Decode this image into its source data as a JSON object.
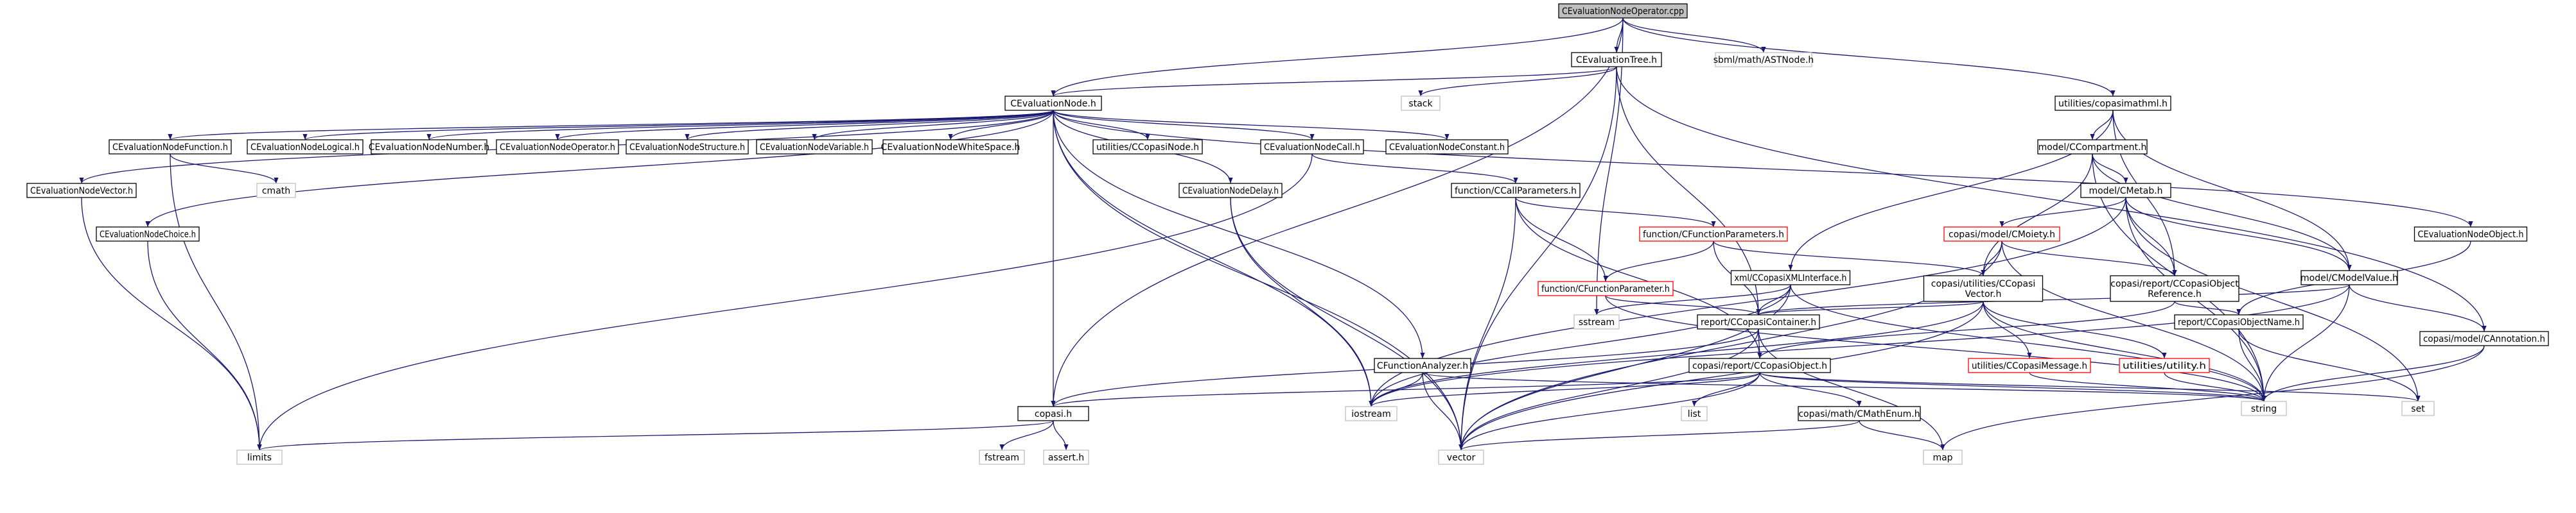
{
  "diagram": {
    "colors": {
      "edge": "#191970",
      "root_fill": "#bfbfbf",
      "box_border": "#000000",
      "red_border": "#ff0000",
      "leaf_border": "#bfbfbf",
      "text": "#000000"
    },
    "nodes": [
      {
        "id": "root",
        "label": "CEvaluationNodeOperator.cpp",
        "style": "root"
      },
      {
        "id": "tree",
        "label": "CEvaluationTree.h",
        "style": "box"
      },
      {
        "id": "astnode",
        "label": "sbml/math/ASTNode.h",
        "style": "leaf"
      },
      {
        "id": "mathml",
        "label": "utilities/copasimathml.h",
        "style": "box"
      },
      {
        "id": "evalnode",
        "label": "CEvaluationNode.h",
        "style": "box"
      },
      {
        "id": "stack",
        "label": "stack",
        "style": "leaf"
      },
      {
        "id": "nfunction",
        "label": "CEvaluationNodeFunction.h",
        "style": "box"
      },
      {
        "id": "nlogical",
        "label": "CEvaluationNodeLogical.h",
        "style": "box"
      },
      {
        "id": "nnumber",
        "label": "CEvaluationNodeNumber.h",
        "style": "box"
      },
      {
        "id": "noperator",
        "label": "CEvaluationNodeOperator.h",
        "style": "box"
      },
      {
        "id": "nstructure",
        "label": "CEvaluationNodeStructure.h",
        "style": "box"
      },
      {
        "id": "nvariable",
        "label": "CEvaluationNodeVariable.h",
        "style": "box"
      },
      {
        "id": "nwhitespace",
        "label": "CEvaluationNodeWhiteSpace.h",
        "style": "box"
      },
      {
        "id": "copasinode",
        "label": "utilities/CCopasiNode.h",
        "style": "box"
      },
      {
        "id": "ncall",
        "label": "CEvaluationNodeCall.h",
        "style": "box"
      },
      {
        "id": "nconstant",
        "label": "CEvaluationNodeConstant.h",
        "style": "box"
      },
      {
        "id": "compartment",
        "label": "model/CCompartment.h",
        "style": "box"
      },
      {
        "id": "nvector",
        "label": "CEvaluationNodeVector.h",
        "style": "box"
      },
      {
        "id": "cmath",
        "label": "cmath",
        "style": "leaf"
      },
      {
        "id": "ndelay",
        "label": "CEvaluationNodeDelay.h",
        "style": "box"
      },
      {
        "id": "callparams",
        "label": "function/CCallParameters.h",
        "style": "box"
      },
      {
        "id": "metab",
        "label": "model/CMetab.h",
        "style": "box"
      },
      {
        "id": "nchoice",
        "label": "CEvaluationNodeChoice.h",
        "style": "box"
      },
      {
        "id": "funcparams",
        "label": "function/CFunctionParameters.h",
        "style": "red"
      },
      {
        "id": "moiety",
        "label": "copasi/model/CMoiety.h",
        "style": "red"
      },
      {
        "id": "nobject",
        "label": "CEvaluationNodeObject.h",
        "style": "box"
      },
      {
        "id": "xmlinterface",
        "label": "xml/CCopasiXMLInterface.h",
        "style": "box"
      },
      {
        "id": "ccvector",
        "label": "copasi/utilities/CCopasi\nVector.h",
        "style": "box"
      },
      {
        "id": "objref",
        "label": "copasi/report/CCopasiObject\nReference.h",
        "style": "box"
      },
      {
        "id": "modelvalue",
        "label": "model/CModelValue.h",
        "style": "box"
      },
      {
        "id": "funcparam",
        "label": "function/CFunctionParameter.h",
        "style": "red"
      },
      {
        "id": "sstream",
        "label": "sstream",
        "style": "leaf"
      },
      {
        "id": "container",
        "label": "report/CCopasiContainer.h",
        "style": "box"
      },
      {
        "id": "objname",
        "label": "report/CCopasiObjectName.h",
        "style": "box"
      },
      {
        "id": "annotation",
        "label": "copasi/model/CAnnotation.h",
        "style": "box"
      },
      {
        "id": "funcanalyzer",
        "label": "CFunctionAnalyzer.h",
        "style": "box"
      },
      {
        "id": "ccobject",
        "label": "copasi/report/CCopasiObject.h",
        "style": "box"
      },
      {
        "id": "message",
        "label": "utilities/CCopasiMessage.h",
        "style": "red"
      },
      {
        "id": "utility",
        "label": "utilities/utility.h",
        "style": "red"
      },
      {
        "id": "string",
        "label": "string",
        "style": "leaf"
      },
      {
        "id": "set",
        "label": "set",
        "style": "leaf"
      },
      {
        "id": "copasih",
        "label": "copasi.h",
        "style": "box"
      },
      {
        "id": "iostream",
        "label": "iostream",
        "style": "leaf"
      },
      {
        "id": "list",
        "label": "list",
        "style": "leaf"
      },
      {
        "id": "mathenum",
        "label": "copasi/math/CMathEnum.h",
        "style": "box"
      },
      {
        "id": "limits",
        "label": "limits",
        "style": "leaf"
      },
      {
        "id": "fstream",
        "label": "fstream",
        "style": "leaf"
      },
      {
        "id": "assert",
        "label": "assert.h",
        "style": "leaf"
      },
      {
        "id": "vector",
        "label": "vector",
        "style": "leaf"
      },
      {
        "id": "map",
        "label": "map",
        "style": "leaf"
      }
    ]
  }
}
